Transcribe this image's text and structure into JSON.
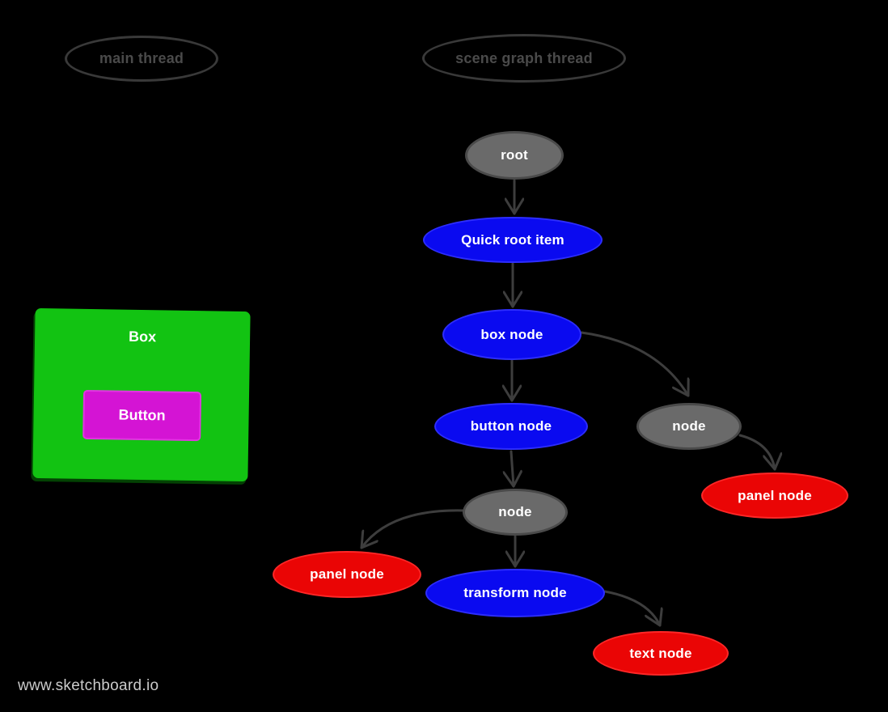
{
  "lanes": {
    "main_thread": {
      "label": "main thread"
    },
    "scene_graph_thread": {
      "label": "scene graph thread"
    }
  },
  "graph": {
    "nodes": [
      {
        "id": "root",
        "label": "root",
        "color": "gray"
      },
      {
        "id": "quick_root_item",
        "label": "Quick root item",
        "color": "blue"
      },
      {
        "id": "box_node",
        "label": "box node",
        "color": "blue"
      },
      {
        "id": "button_node",
        "label": "button node",
        "color": "blue"
      },
      {
        "id": "node_right",
        "label": "node",
        "color": "gray"
      },
      {
        "id": "panel_node_right",
        "label": "panel node",
        "color": "red"
      },
      {
        "id": "node_center",
        "label": "node",
        "color": "gray"
      },
      {
        "id": "panel_node_left",
        "label": "panel node",
        "color": "red"
      },
      {
        "id": "transform_node",
        "label": "transform node",
        "color": "blue"
      },
      {
        "id": "text_node",
        "label": "text node",
        "color": "red"
      }
    ],
    "edges": [
      {
        "from": "root",
        "to": "quick_root_item"
      },
      {
        "from": "quick_root_item",
        "to": "box_node"
      },
      {
        "from": "box_node",
        "to": "button_node"
      },
      {
        "from": "box_node",
        "to": "node_right"
      },
      {
        "from": "node_right",
        "to": "panel_node_right"
      },
      {
        "from": "button_node",
        "to": "node_center"
      },
      {
        "from": "node_center",
        "to": "panel_node_left"
      },
      {
        "from": "node_center",
        "to": "transform_node"
      },
      {
        "from": "transform_node",
        "to": "text_node"
      }
    ]
  },
  "ui_preview": {
    "box_label": "Box",
    "button_label": "Button"
  },
  "watermark": "www.sketchboard.io",
  "colors": {
    "background": "#000000",
    "node_blue": "#0a0af0",
    "node_red": "#ea0505",
    "node_gray": "#6a6a6a",
    "lane_outline": "#393939",
    "lane_text": "#4a4a4a",
    "arrow": "#3d3d3d",
    "box_green": "#12c312",
    "button_magenta": "#d414d4",
    "watermark_text": "#cbcbcb"
  }
}
